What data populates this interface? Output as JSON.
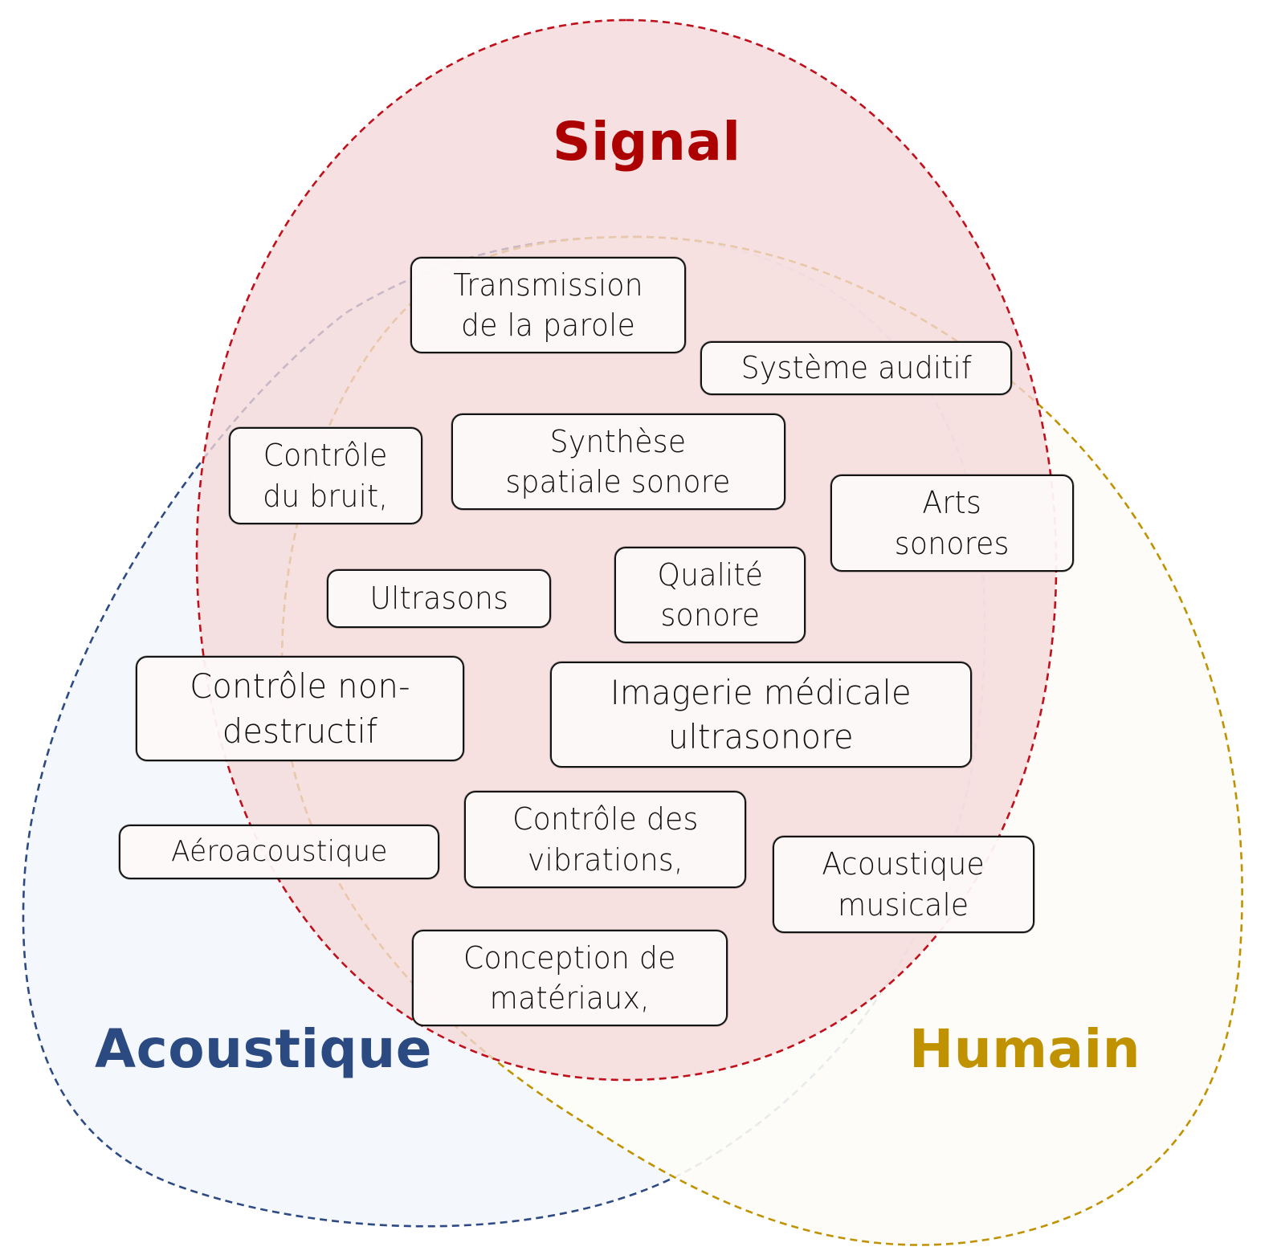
{
  "diagram": {
    "type": "venn",
    "sets": [
      {
        "id": "signal",
        "label": "Signal",
        "stroke": "#c0101b",
        "fill": "#f3d7d8",
        "text_color": "#ad0000"
      },
      {
        "id": "acoustique",
        "label": "Acoustique",
        "stroke": "#2d4a85",
        "fill": "#f3f7fc",
        "text_color": "#2b4a82"
      },
      {
        "id": "humain",
        "label": "Humain",
        "stroke": "#c19200",
        "fill": "#fdfcf7",
        "text_color": "#c19200"
      }
    ],
    "topics": [
      {
        "id": "transmission-parole",
        "lines": [
          "Transmission",
          "de la parole"
        ]
      },
      {
        "id": "systeme-auditif",
        "lines": [
          "Système auditif"
        ]
      },
      {
        "id": "controle-bruit",
        "lines": [
          "Contrôle",
          "du bruit,"
        ]
      },
      {
        "id": "synthese-spatiale",
        "lines": [
          "Synthèse",
          "spatiale sonore"
        ]
      },
      {
        "id": "arts-sonores",
        "lines": [
          "Arts",
          "sonores"
        ]
      },
      {
        "id": "ultrasons",
        "lines": [
          "Ultrasons"
        ]
      },
      {
        "id": "qualite-sonore",
        "lines": [
          "Qualité",
          "sonore"
        ]
      },
      {
        "id": "controle-non-destructif",
        "lines": [
          "Contrôle non-",
          "destructif"
        ]
      },
      {
        "id": "imagerie-medicale",
        "lines": [
          "Imagerie médicale",
          "ultrasonore"
        ]
      },
      {
        "id": "aeroacoustique",
        "lines": [
          "Aéroacoustique"
        ]
      },
      {
        "id": "controle-vibrations",
        "lines": [
          "Contrôle des",
          "vibrations,"
        ]
      },
      {
        "id": "acoustique-musicale",
        "lines": [
          "Acoustique",
          "musicale"
        ]
      },
      {
        "id": "conception-materiaux",
        "lines": [
          "Conception de",
          "matériaux,"
        ]
      }
    ]
  }
}
